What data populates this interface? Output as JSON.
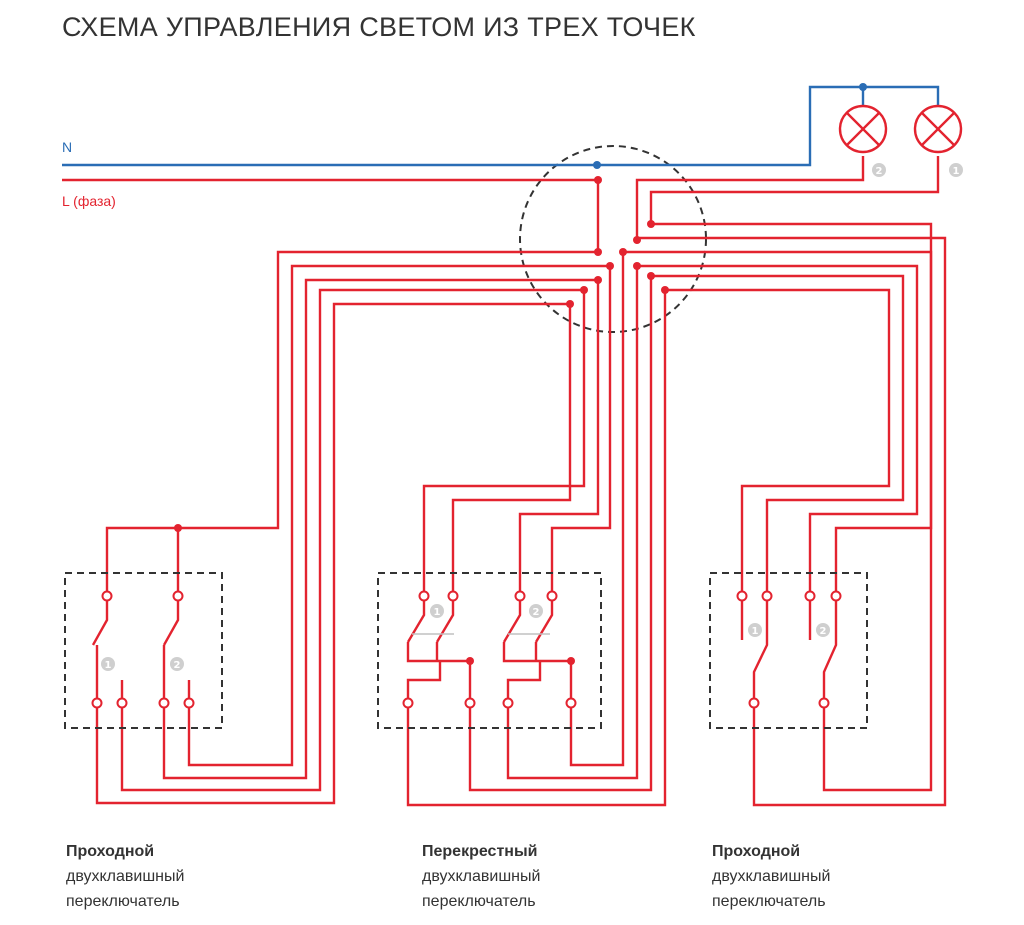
{
  "title": "СХЕМА УПРАВЛЕНИЯ СВЕТОМ ИЗ ТРЕХ ТОЧЕК",
  "colors": {
    "phase": "#e3232f",
    "neutral": "#2a6db5",
    "outline": "#333333",
    "badge": "#cfcfcf"
  },
  "wires": {
    "neutral_label": "N",
    "phase_label": "L (фаза)"
  },
  "lamps": [
    {
      "icon": "lamp-icon",
      "badge": "2"
    },
    {
      "icon": "lamp-icon",
      "badge": "1"
    }
  ],
  "switches": [
    {
      "line1": "Проходной",
      "line2": "двухклавишный",
      "line3": "переключатель",
      "badges": [
        "1",
        "2"
      ]
    },
    {
      "line1": "Перекрестный",
      "line2": "двухклавишный",
      "line3": "переключатель",
      "badges": [
        "1",
        "2"
      ]
    },
    {
      "line1": "Проходной",
      "line2": "двухклавишный",
      "line3": "переключатель",
      "badges": [
        "1",
        "2"
      ]
    }
  ]
}
